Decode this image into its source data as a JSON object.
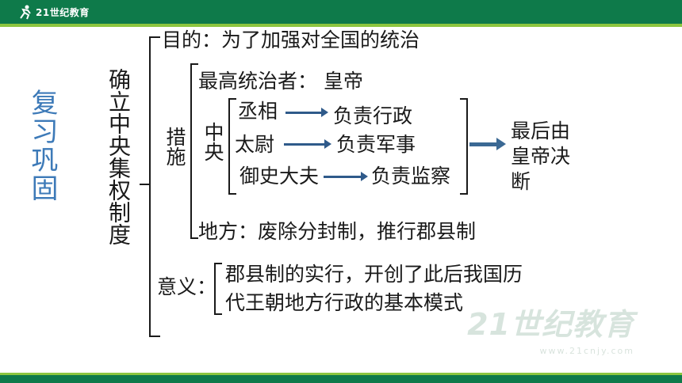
{
  "header": {
    "logo_text": "21世纪教育"
  },
  "side_label": "复习巩固",
  "main_title": "确立中央集权制度",
  "purpose": "目的：为了加强对全国的统治",
  "measures": {
    "label": "措施",
    "top_ruler": "最高统治者：  皇帝",
    "central": {
      "label": "中央",
      "officials": [
        {
          "name": "丞相",
          "duty": "负责行政"
        },
        {
          "name": "太尉",
          "duty": "负责军事"
        },
        {
          "name": "御史大夫",
          "duty": "负责监察"
        }
      ],
      "final": "最后由皇帝决断"
    },
    "local": "地方：废除分封制，推行郡县制"
  },
  "significance": {
    "label": "意义：",
    "line1": "郡县制的实行，开创了此后我国历",
    "line2": "代王朝地方行政的基本模式"
  },
  "watermark": {
    "brand": "21世纪教育",
    "url": "www.21cnjy.com"
  }
}
